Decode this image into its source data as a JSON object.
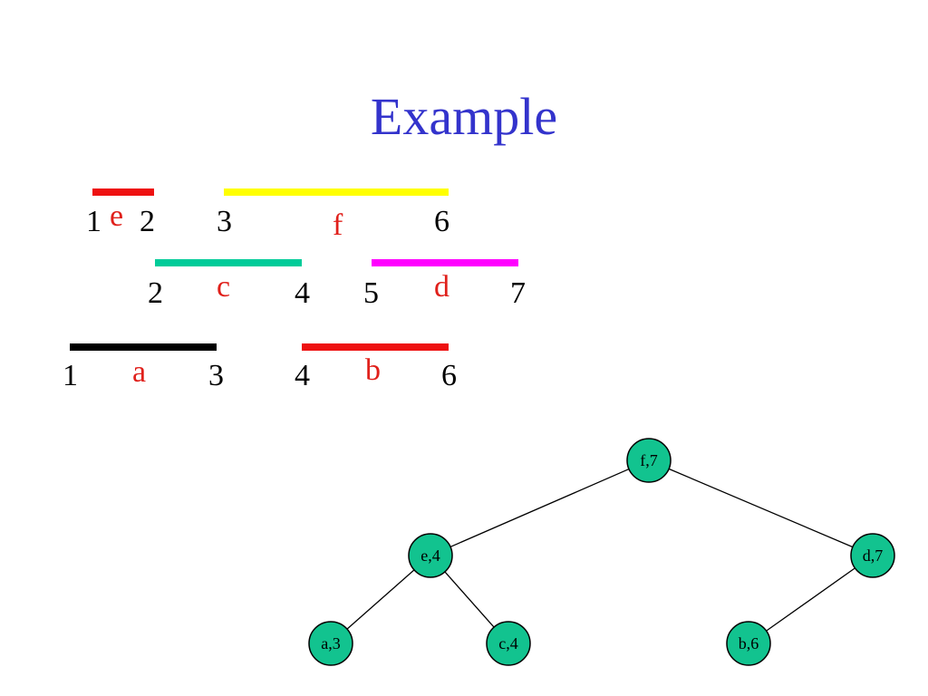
{
  "title": "Example",
  "intervals": [
    {
      "name": "e",
      "start": "1",
      "end": "2",
      "color": "#ee1111"
    },
    {
      "name": "f",
      "start": "3",
      "end": "6",
      "color": "#ffff00"
    },
    {
      "name": "c",
      "start": "2",
      "end": "4",
      "color": "#00cc99"
    },
    {
      "name": "d",
      "start": "5",
      "end": "7",
      "color": "#ff00ff"
    },
    {
      "name": "a",
      "start": "1",
      "end": "3",
      "color": "#000000"
    },
    {
      "name": "b",
      "start": "4",
      "end": "6",
      "color": "#ee1111"
    }
  ],
  "tree": {
    "node_color": "#12c38f",
    "nodes": [
      {
        "id": "f7",
        "label": "f,7"
      },
      {
        "id": "e4",
        "label": "e,4"
      },
      {
        "id": "d7",
        "label": "d,7"
      },
      {
        "id": "a3",
        "label": "a,3"
      },
      {
        "id": "c4",
        "label": "c,4"
      },
      {
        "id": "b6",
        "label": "b,6"
      }
    ],
    "edges": [
      [
        "f7",
        "e4"
      ],
      [
        "f7",
        "d7"
      ],
      [
        "e4",
        "a3"
      ],
      [
        "e4",
        "c4"
      ],
      [
        "d7",
        "b6"
      ]
    ]
  }
}
